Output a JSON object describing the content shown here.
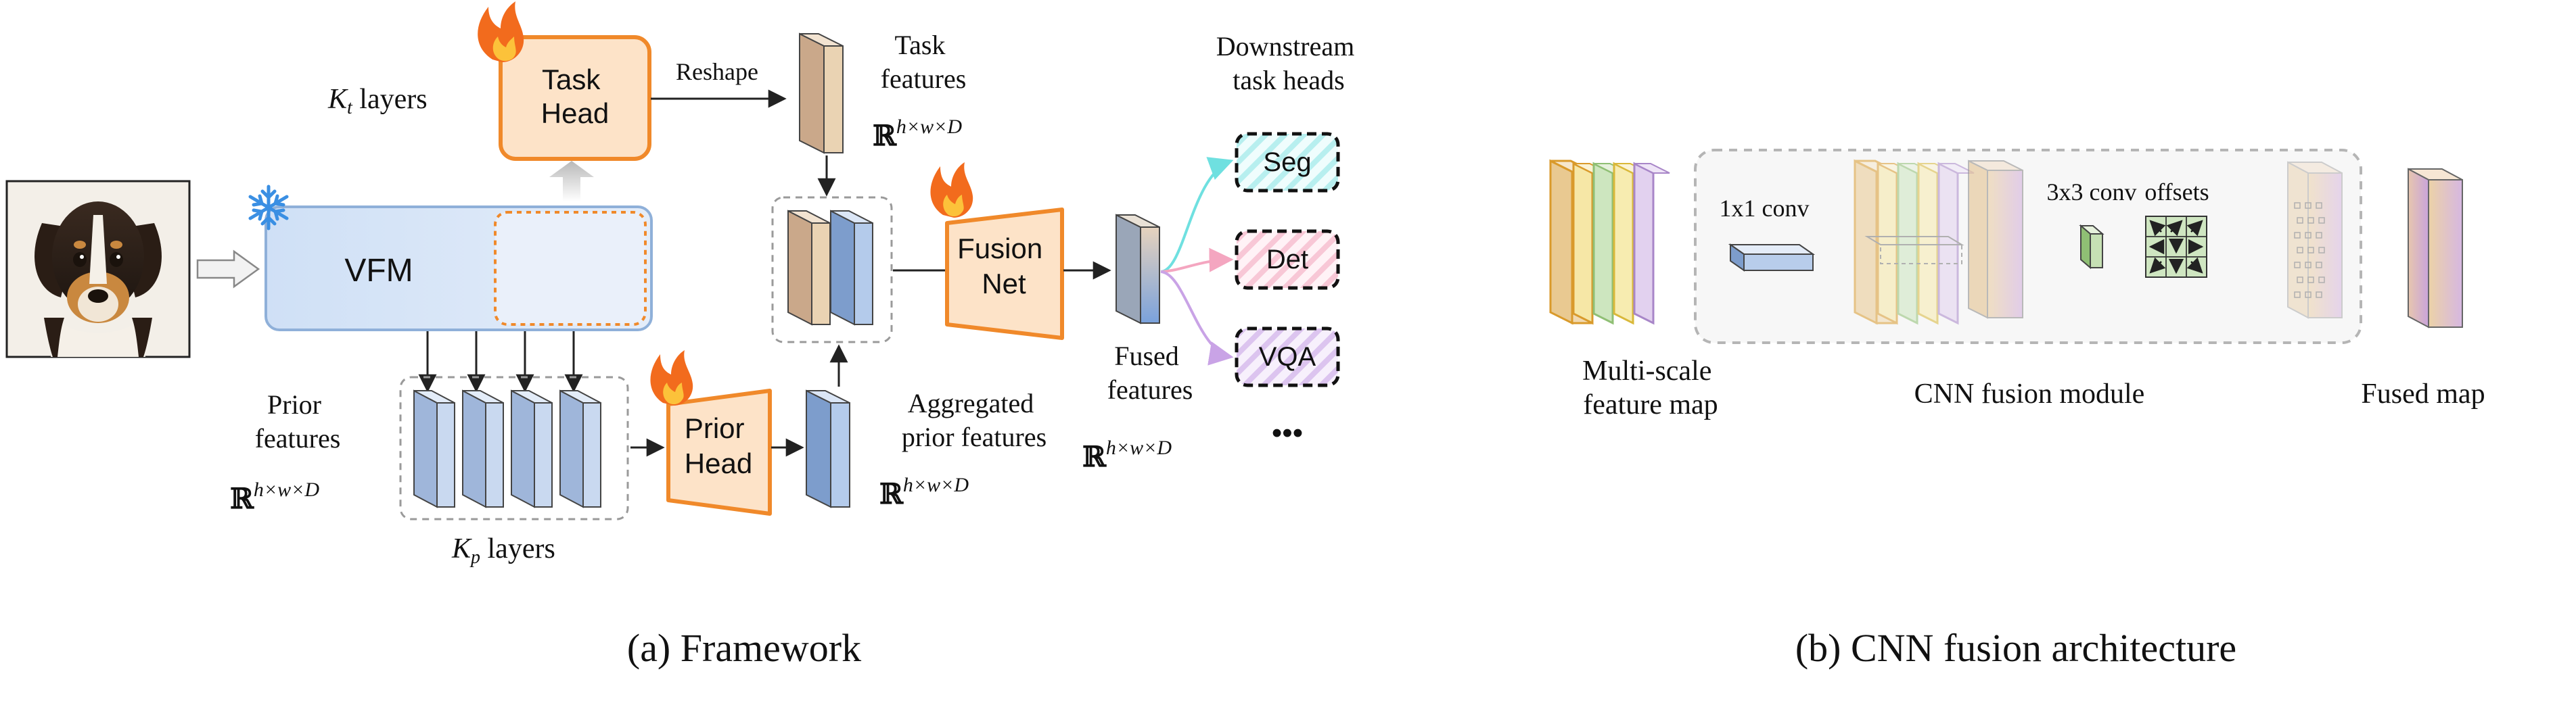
{
  "framework": {
    "task_head": "Task\nHead",
    "kt_layers": {
      "sym": "K",
      "sub": "t",
      "suffix": " layers"
    },
    "reshape": "Reshape",
    "task_features": "Task\nfeatures",
    "task_features_dim": "h×w×D",
    "downstream": "Downstream\ntask heads",
    "vfm": "VFM",
    "fusion_net": "Fusion\nNet",
    "heads": [
      "Seg",
      "Det",
      "VQA"
    ],
    "more": "•••",
    "fused_features": "Fused\nfeatures",
    "fused_features_dim": "h×w×D",
    "prior_features": "Prior\nfeatures",
    "prior_features_dim": "h×w×D",
    "prior_head": "Prior\nHead",
    "aggregated": "Aggregated\nprior features",
    "aggregated_dim": "h×w×D",
    "kp_layers": {
      "sym": "K",
      "sub": "p",
      "suffix": " layers"
    },
    "caption": "(a) Framework"
  },
  "cnn": {
    "multiscale": "Multi-scale\nfeature map",
    "conv1": "1x1 conv",
    "conv3": "3x3 conv",
    "offsets": "offsets",
    "module_label": "CNN fusion module",
    "fused_map": "Fused map",
    "caption": "(b) CNN fusion architecture"
  },
  "colors": {
    "orange": "#f0892a",
    "orange_fill": "#fde3c8",
    "blue_fill": "#d4e3f7",
    "blue_stroke": "#8fb0d9",
    "layer_front": "#c9d9f0",
    "layer_side": "#9fb6da",
    "seg": "#6fe0e0",
    "det": "#f4a6c0",
    "vqa": "#c9a3e6",
    "tan": "#ead3b3",
    "flame": "#f26b1d",
    "snow": "#3a8fe3"
  },
  "icons": [
    "puppy-photo",
    "snowflake-icon",
    "flame-icon"
  ]
}
